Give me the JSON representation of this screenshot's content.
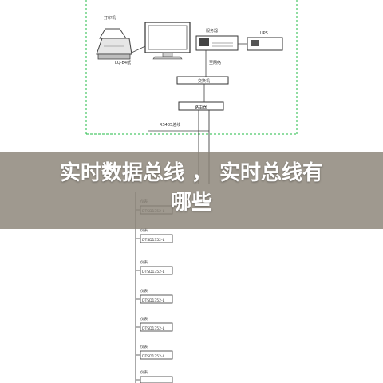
{
  "title": {
    "line1": "实时数据总线 ， 实时总线有",
    "line2": "哪些"
  },
  "diagram": {
    "printer_label": "打印机",
    "printer_sublabel": "LQ-B4纸",
    "server_label": "服务器",
    "ups_label": "UPS",
    "switch_label": "交换机",
    "router_label": "路由器",
    "net_label": "至网络",
    "bus_label": "RS485总线",
    "device_header_label": "仪表",
    "device_label": "DTSD1352-L",
    "colors": {
      "frame": "#22bb44",
      "line": "#444444",
      "overlay": "#8a8276"
    }
  }
}
